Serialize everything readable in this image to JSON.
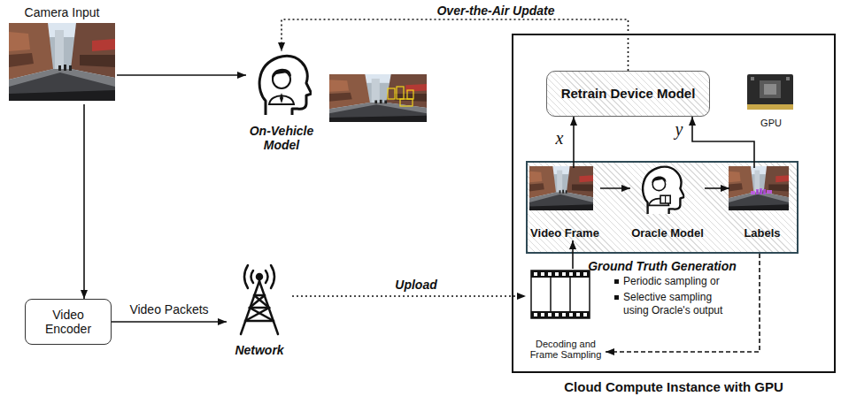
{
  "diagram": {
    "nodes": [
      {
        "text": [
          "Camera Input"
        ]
      },
      {
        "text": [
          "On-Vehicle Model"
        ]
      },
      {
        "text": [
          "Video Encoder"
        ]
      },
      {
        "text": [
          "Network"
        ]
      },
      {
        "text": [
          "Cloud Compute Instance with GPU"
        ]
      },
      {
        "text": [
          "Retrain Device Model"
        ],
        "in": 4
      },
      {
        "text": [
          "GPU"
        ],
        "in": 4
      },
      {
        "text": [
          "Ground Truth Generation"
        ],
        "in": 4
      },
      {
        "text": [
          "Video Frame"
        ],
        "in": 7
      },
      {
        "text": [
          "Oracle Model"
        ],
        "in": 7
      },
      {
        "text": [
          "Labels"
        ],
        "in": 7
      },
      {
        "text": [
          "Decoding and Frame Sampling"
        ],
        "in": 4
      }
    ],
    "edges": [
      {
        "from": 0,
        "to": 1,
        "arrow": "to"
      },
      {
        "from": 0,
        "to": 2,
        "arrow": "to"
      },
      {
        "from": 2,
        "to": 3,
        "label": "Video Packets",
        "arrow": "to"
      },
      {
        "from": 3,
        "to": 11,
        "label": "Upload",
        "arrow": "to"
      },
      {
        "from": 5,
        "to": 1,
        "label": "Over-the-Air Update",
        "arrow": "to"
      },
      {
        "from": 11,
        "to": 8,
        "arrow": "to"
      },
      {
        "from": 8,
        "to": 9,
        "arrow": "to"
      },
      {
        "from": 9,
        "to": 10,
        "arrow": "to"
      },
      {
        "from": 8,
        "to": 5,
        "label": "x",
        "arrow": "to"
      },
      {
        "from": 10,
        "to": 5,
        "label": "y",
        "arrow": "to"
      },
      {
        "from": 7,
        "to": 11,
        "arrow": "to"
      }
    ],
    "labels": [
      "Periodic sampling or",
      "Selective sampling using Oracle's output"
    ]
  }
}
